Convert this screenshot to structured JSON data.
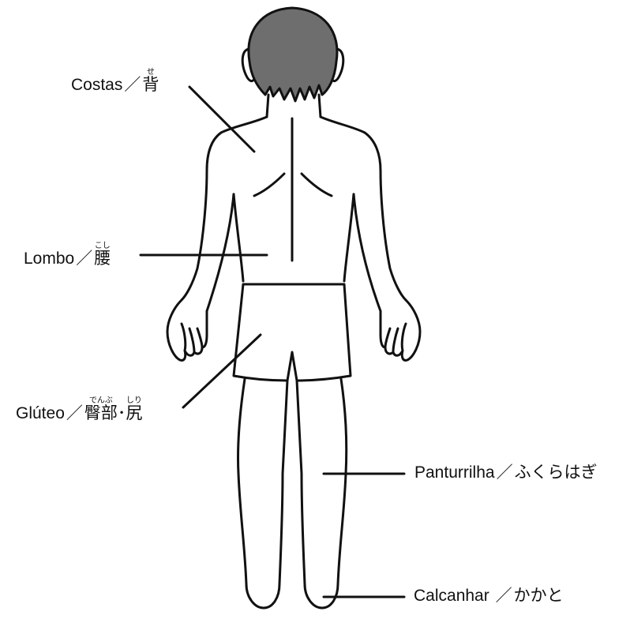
{
  "labels": {
    "back": {
      "pt": "Costas",
      "sep": "／",
      "jp": "背",
      "ruby": "せ"
    },
    "waist": {
      "pt": "Lombo",
      "sep": "／",
      "jp": "腰",
      "ruby": "こし"
    },
    "glute": {
      "pt": "Glúteo",
      "sep": "／",
      "jp1": "臀部",
      "ruby1": "でんぶ",
      "dot": "･",
      "jp2": "尻",
      "ruby2": "しり"
    },
    "calf": {
      "pt": "Panturrilha",
      "sep": "／",
      "jp": "ふくらはぎ"
    },
    "heel": {
      "pt": "Calcanhar",
      "sep": "／",
      "jp": "かかと"
    }
  },
  "colors": {
    "hair": "#6e6e6e",
    "outline": "#111111",
    "skin": "#ffffff"
  }
}
